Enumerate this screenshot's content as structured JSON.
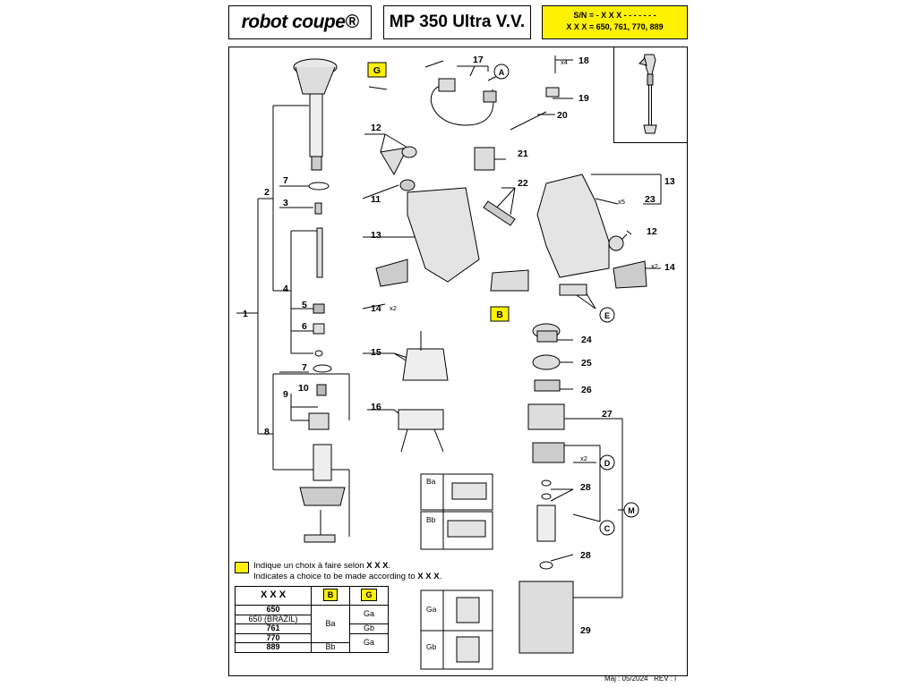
{
  "header": {
    "brand": "robot coupe®",
    "model": "MP 350 Ultra V.V.",
    "sn_line1": "S/N = - X X X - - - - - - -",
    "sn_line2": "X X X = 650, 761, 770, 889"
  },
  "callouts": {
    "G": "G",
    "B": "B",
    "A": "A",
    "E": "E",
    "D": "D",
    "C": "C",
    "M": "M",
    "n1": "1",
    "n2": "2",
    "n3": "3",
    "n4": "4",
    "n5": "5",
    "n6": "6",
    "n7a": "7",
    "n7b": "7",
    "n8": "8",
    "n9": "9",
    "n10": "10",
    "n11": "11",
    "n12a": "12",
    "n12b": "12",
    "n13a": "13",
    "n13b": "13",
    "n14a": "14",
    "n14b": "14",
    "n15": "15",
    "n16": "16",
    "n17": "17",
    "n18": "18",
    "n19": "19",
    "n20": "20",
    "n21": "21",
    "n22": "22",
    "n23": "23",
    "n24": "24",
    "n25": "25",
    "n26": "26",
    "n27": "27",
    "n28a": "28",
    "n28b": "28",
    "n29": "29",
    "x4": "x4",
    "x5": "x5",
    "x2a": "x2",
    "x2b": "x2",
    "x2c": "x2",
    "Ba": "Ba",
    "Bb": "Bb",
    "Ga": "Ga",
    "Gb": "Gb"
  },
  "legend": {
    "fr_prefix": "Indique un choix à faire selon ",
    "en_prefix": "Indicates a choice to be made according to ",
    "xxx": "X X X",
    "dot": "."
  },
  "selection_table": {
    "header": [
      "X X X",
      "B",
      "G"
    ],
    "rows": [
      {
        "xxx": "650",
        "b": "",
        "g": ""
      },
      {
        "xxx": "650 (BRAZIL)",
        "b": "",
        "g": "Ga"
      },
      {
        "xxx": "761",
        "b": "Ba",
        "g": "Gb"
      },
      {
        "xxx": "770",
        "b": "",
        "g": "Ga"
      },
      {
        "xxx": "889",
        "b": "Bb",
        "g": ""
      }
    ]
  },
  "footer": {
    "date": "Maj : 05/2024",
    "rev": "REV : i"
  }
}
